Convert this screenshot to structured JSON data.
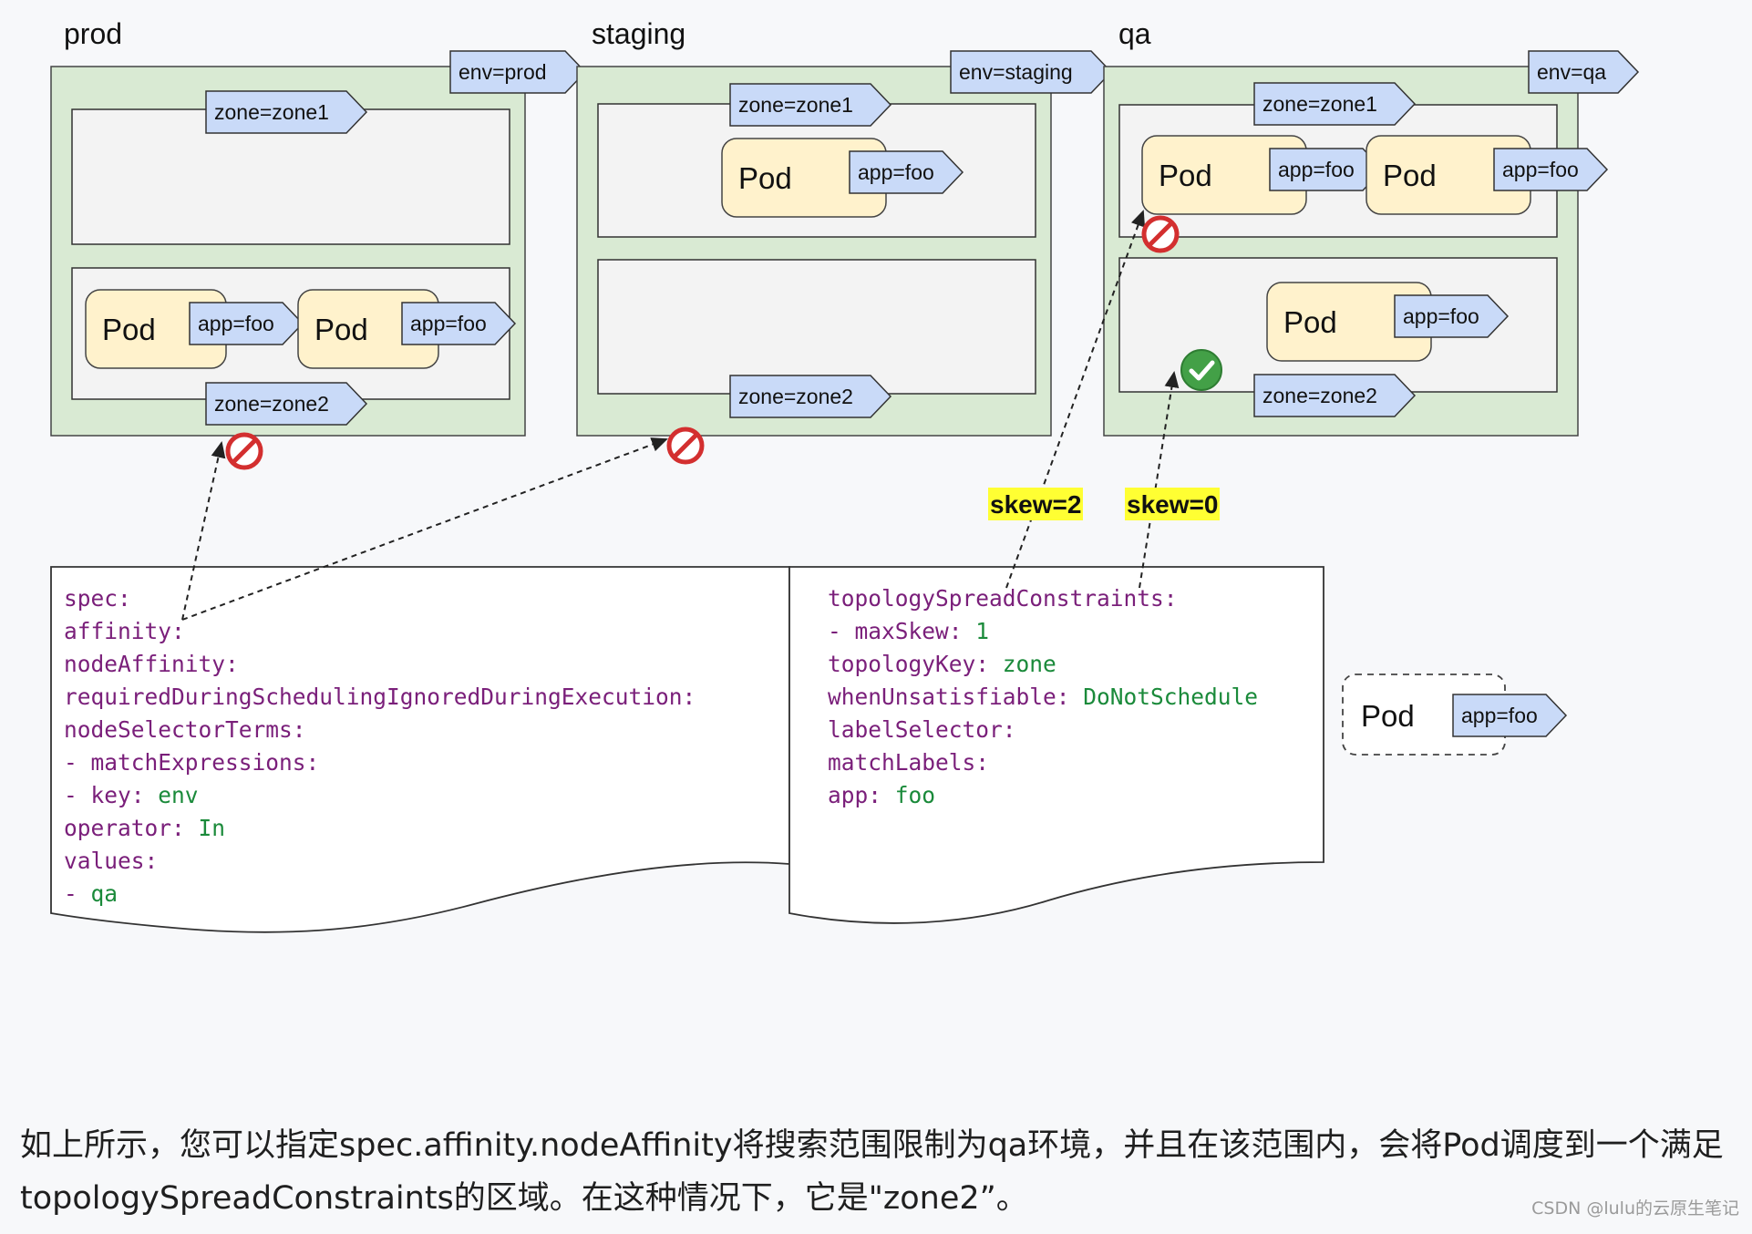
{
  "environments": [
    {
      "name": "prod",
      "label": "env=prod",
      "zones": [
        {
          "label": "zone=zone1",
          "pods": []
        },
        {
          "label": "zone=zone2",
          "pods": [
            {
              "text": "Pod",
              "label": "app=foo"
            },
            {
              "text": "Pod",
              "label": "app=foo"
            }
          ]
        }
      ]
    },
    {
      "name": "staging",
      "label": "env=staging",
      "zones": [
        {
          "label": "zone=zone1",
          "pods": [
            {
              "text": "Pod",
              "label": "app=foo"
            }
          ]
        },
        {
          "label": "zone=zone2",
          "pods": []
        }
      ]
    },
    {
      "name": "qa",
      "label": "env=qa",
      "zones": [
        {
          "label": "zone=zone1",
          "pods": [
            {
              "text": "Pod",
              "label": "app=foo"
            },
            {
              "text": "Pod",
              "label": "app=foo"
            }
          ]
        },
        {
          "label": "zone=zone2",
          "pods": [
            {
              "text": "Pod",
              "label": "app=foo"
            }
          ]
        }
      ]
    }
  ],
  "skew_labels": [
    "skew=2",
    "skew=0"
  ],
  "status_markers": [
    "blocked",
    "blocked",
    "blocked",
    "allowed"
  ],
  "affinity_yaml": [
    {
      "k": "spec:",
      "v": ""
    },
    {
      "k": "  affinity:",
      "v": ""
    },
    {
      "k": "    nodeAffinity:",
      "v": ""
    },
    {
      "k": "      requiredDuringSchedulingIgnoredDuringExecution:",
      "v": ""
    },
    {
      "k": "        nodeSelectorTerms:",
      "v": ""
    },
    {
      "k": "        - matchExpressions:",
      "v": ""
    },
    {
      "k": "          - key: ",
      "v": "env"
    },
    {
      "k": "            operator: ",
      "v": "In"
    },
    {
      "k": "            values:",
      "v": ""
    },
    {
      "k": "            - ",
      "v": "qa"
    }
  ],
  "spread_yaml": [
    {
      "k": "topologySpreadConstraints:",
      "v": ""
    },
    {
      "k": "- maxSkew: ",
      "v": "1"
    },
    {
      "k": "  topologyKey: ",
      "v": "zone"
    },
    {
      "k": "  whenUnsatisfiable: ",
      "v": "DoNotSchedule"
    },
    {
      "k": "  labelSelector:",
      "v": ""
    },
    {
      "k": "    matchLabels:",
      "v": ""
    },
    {
      "k": "      app: ",
      "v": "foo"
    }
  ],
  "incoming_pod": {
    "text": "Pod",
    "label": "app=foo"
  },
  "caption": "如上所示，您可以指定spec.affinity.nodeAffinity将搜索范围限制为qa环境，并且在该范围内，会将Pod调度到一个满足topologySpreadConstraints的区域。在这种情况下，它是\"zone2”。",
  "watermark": "CSDN @lulu的云原生笔记",
  "colors": {
    "env_fill": "#d9ead3",
    "zone_fill": "#f3f3f3",
    "pod_fill": "#fff2cc",
    "tag_fill": "#c9daf8",
    "yaml_key": "#7a1f7a",
    "yaml_value": "#1a8a3a",
    "highlight": "#ffff33",
    "blocked": "#d32f2f",
    "allowed": "#43a047"
  }
}
